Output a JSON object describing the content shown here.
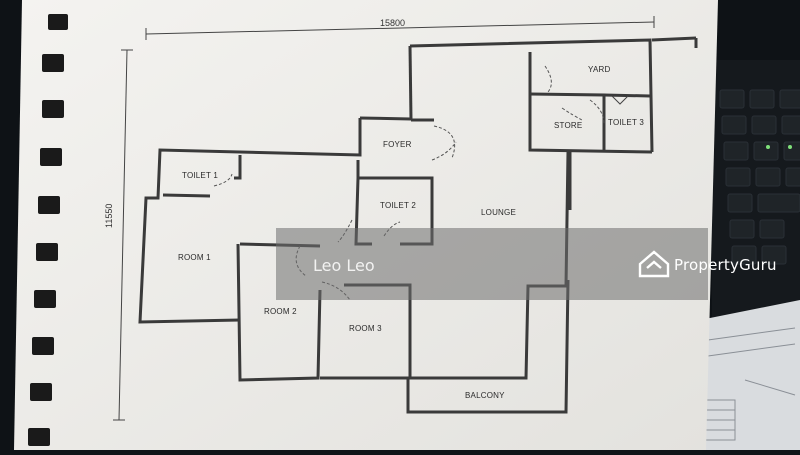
{
  "plan": {
    "overall_width": "15800",
    "overall_height": "11550",
    "rooms": {
      "yard": "YARD",
      "store": "STORE",
      "toilet3": "TOILET 3",
      "foyer": "FOYER",
      "toilet1": "TOILET 1",
      "toilet2": "TOILET 2",
      "lounge": "LOUNGE",
      "room1": "ROOM 1",
      "room2": "ROOM 2",
      "room3": "ROOM 3",
      "balcony": "BALCONY"
    }
  },
  "watermark": {
    "agent_name": "Leo Leo",
    "brand": "PropertyGuru"
  },
  "colors": {
    "paper": "#f2f1ee",
    "wall": "#3a3a3a",
    "background": "#101418",
    "watermark_band": "#7a7a7a"
  }
}
